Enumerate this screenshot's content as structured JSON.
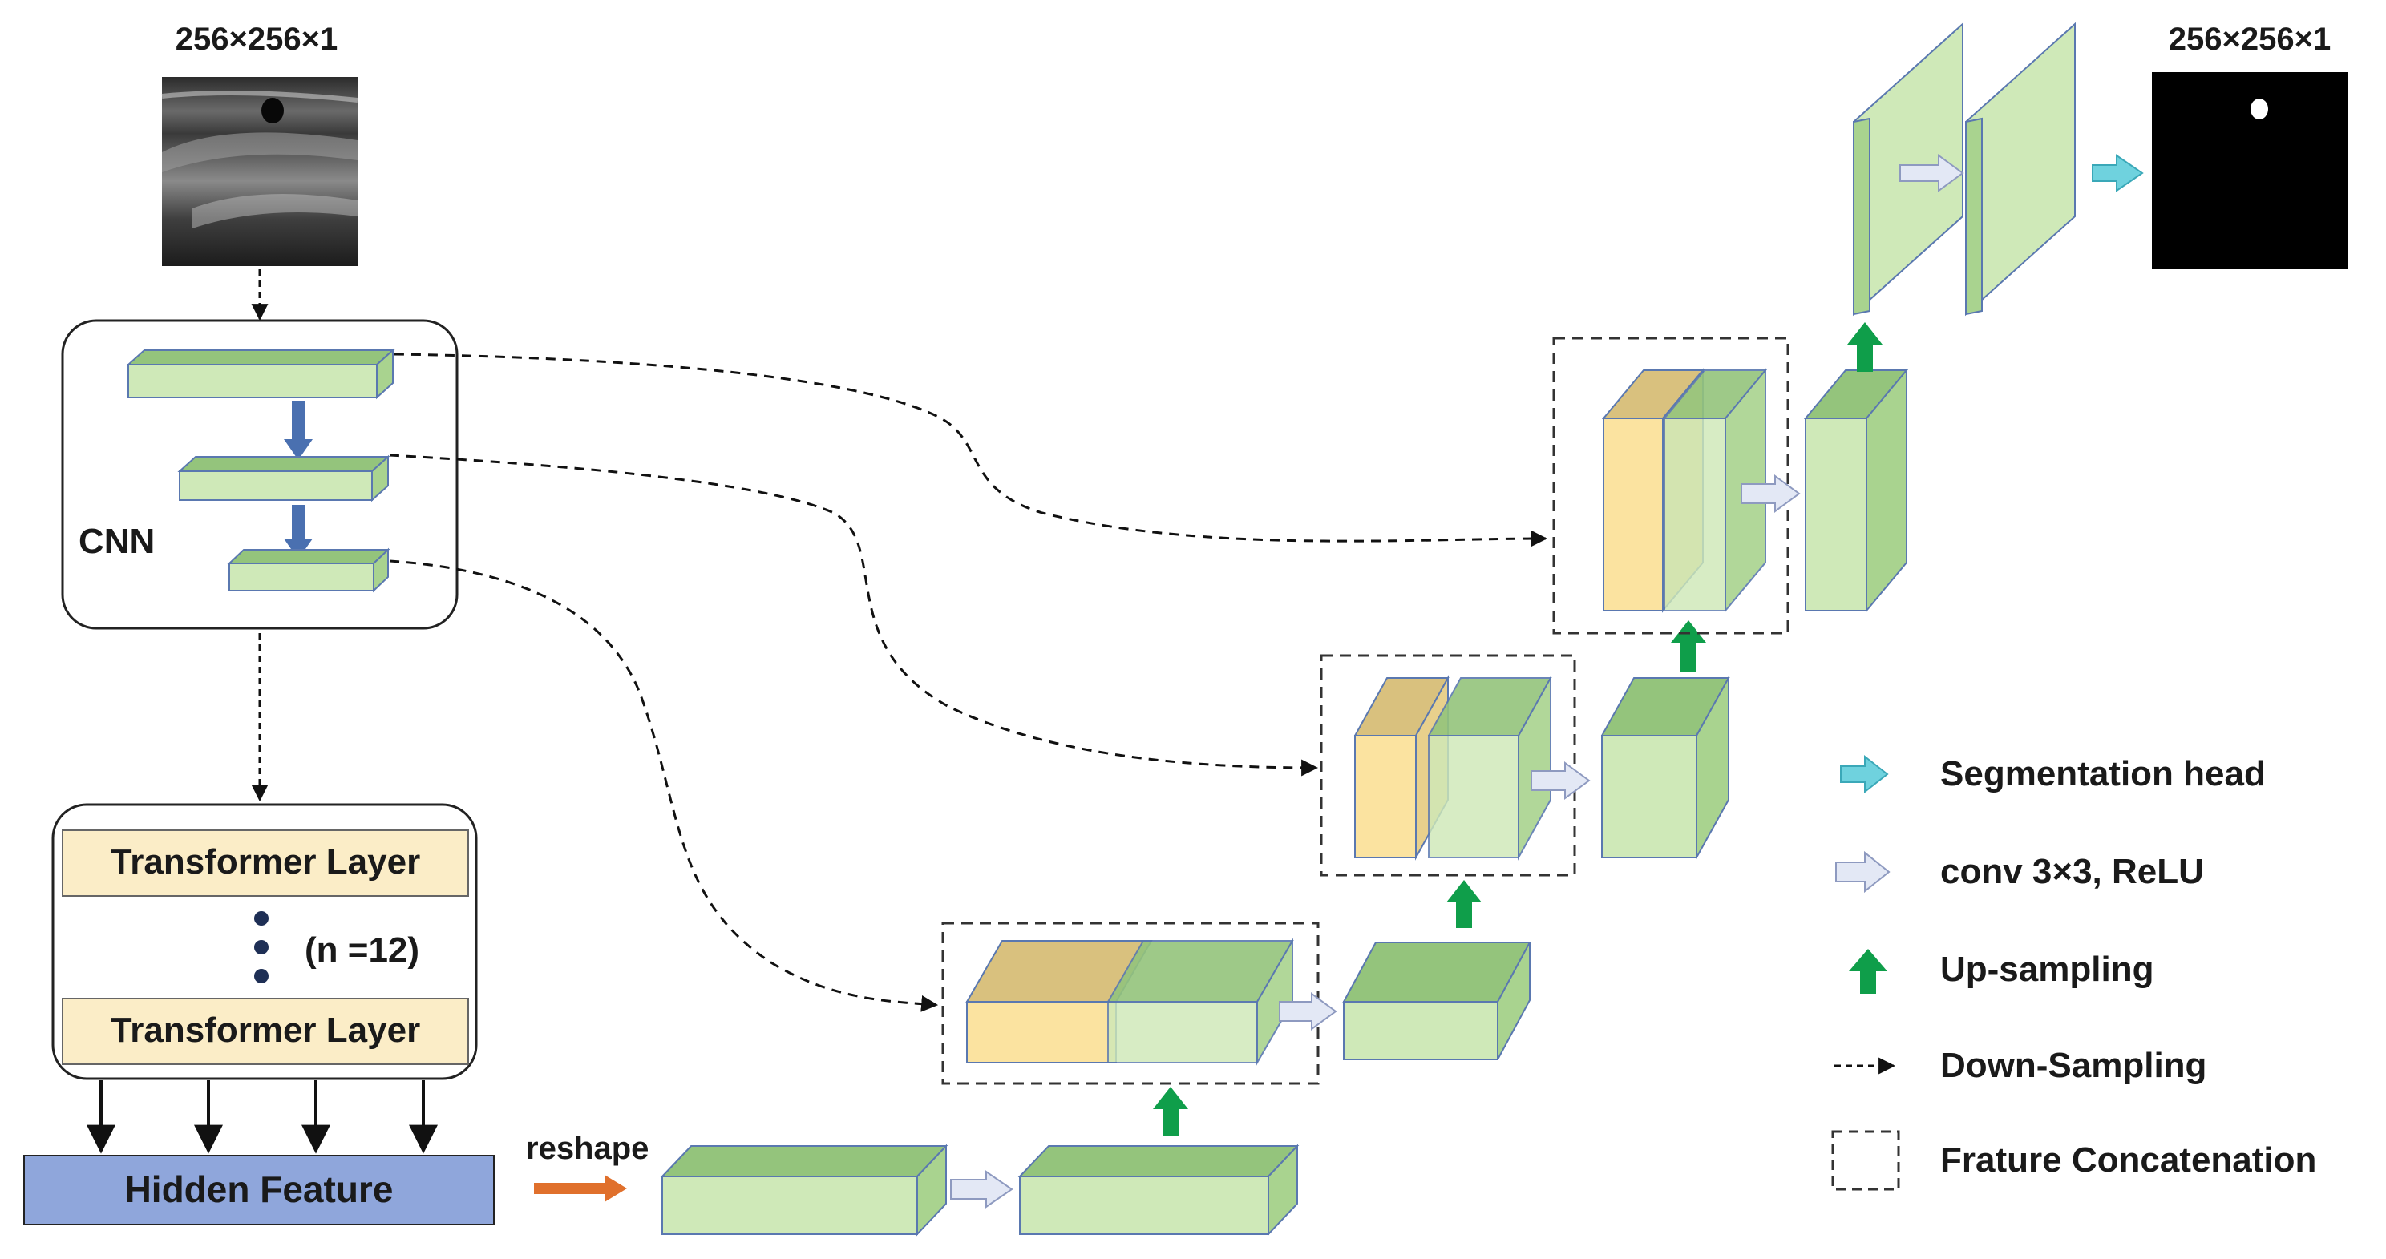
{
  "input": {
    "size_label": "256×256×1"
  },
  "output": {
    "size_label": "256×256×1"
  },
  "cnn": {
    "label": "CNN"
  },
  "transformer": {
    "layer_top": "Transformer Layer",
    "layer_bottom": "Transformer Layer",
    "repeat_label": "(n =12)"
  },
  "hidden_feature": {
    "label": "Hidden Feature"
  },
  "reshape": {
    "label": "reshape"
  },
  "legend": {
    "segmentation_head": "Segmentation head",
    "conv": "conv 3×3, ReLU",
    "upsampling": "Up-sampling",
    "downsampling": "Down-Sampling",
    "concatenation": "Frature Concatenation"
  },
  "colors": {
    "block_front": "#cfe9b8",
    "block_top": "#94c47c",
    "block_side": "#a9d38f",
    "block_edge": "#5a78b0",
    "skip_front": "#fbe3a0",
    "skip_top": "#d9c17e",
    "upsample_arrow": "#0f9e4a",
    "seg_head_arrow": "#6fd2de",
    "conv_arrow": "#e3e8f5",
    "reshape_arrow": "#e0702c",
    "hidden_feature_fill": "#8fa6db",
    "transformer_fill": "#fbedc7",
    "cnn_down_arrow": "#4a70b0"
  }
}
